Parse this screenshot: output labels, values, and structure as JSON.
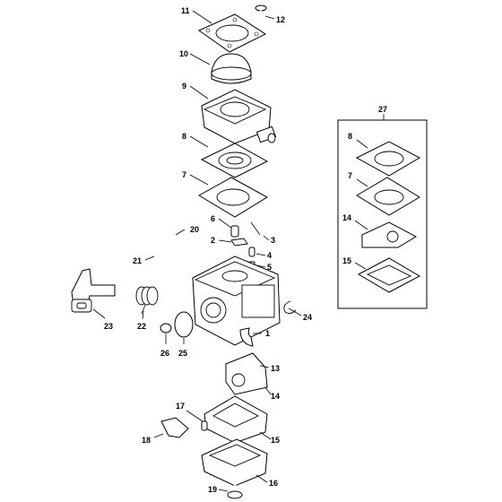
{
  "labels": {
    "l11": "11",
    "l12": "12",
    "l10": "10",
    "l9": "9",
    "l8": "8",
    "l7": "7",
    "l6": "6",
    "l3": "3",
    "l2": "2",
    "l4": "4",
    "l5": "5",
    "l20": "20",
    "l21": "21",
    "l23": "23",
    "l22": "22",
    "l1": "1",
    "l24": "24",
    "l26": "26",
    "l25": "25",
    "l13": "13",
    "l14": "14",
    "l17": "17",
    "l15": "15",
    "l18": "18",
    "l16": "16",
    "l19": "19",
    "l27": "27",
    "k8": "8",
    "k7": "7",
    "k14": "14",
    "k15": "15"
  }
}
